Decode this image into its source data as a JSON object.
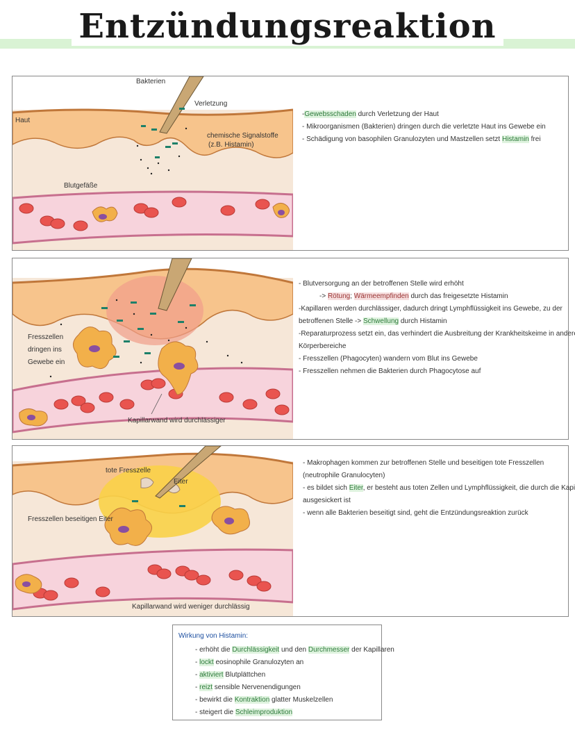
{
  "title": "Entzündungsreaktion",
  "panel1": {
    "labels": {
      "bakterien": "Bakterien",
      "verletzung": "Verletzung",
      "haut": "Haut",
      "signalstoffe_1": "chemische Signalstoffe",
      "signalstoffe_2": "(z.B. Histamin)",
      "blutgefaesse": "Blutgefäße"
    },
    "notes": [
      {
        "highlight": "Gewebsschaden",
        "text": " durch Verletzung der Haut",
        "prefix": "-"
      },
      {
        "prefix": "- ",
        "text": "Mikroorganismen (Bakterien) dringen durch die verletzte Haut ins Gewebe ein"
      },
      {
        "prefix": "- ",
        "text": "Schädigung von basophilen Granulozyten und Mastzellen setzt ",
        "highlight": "Histamin",
        "suffix": " frei"
      }
    ]
  },
  "panel2": {
    "labels": {
      "fresszellen_1": "Fresszellen",
      "fresszellen_2": "dringen ins",
      "fresszellen_3": "Gewebe ein",
      "kapillarwand": "Kapillarwand wird durchlässiger"
    },
    "notes": {
      "l1": "- Blutversorgung an der betroffenen Stelle wird erhöht",
      "l2_prefix": "-> ",
      "l2_hl1": "Rötung",
      "l2_sep": "; ",
      "l2_hl2": "Wärmeempfinden",
      "l2_rest": " durch das freigesetzte Histamin",
      "l3": "-Kapillaren werden durchlässiger, dadurch dringt Lymphflüssigkeit ins Gewebe, zu der",
      "l4_prefix": "betroffenen Stelle -> ",
      "l4_hl": "Schwellung",
      "l4_rest": " durch Histamin",
      "l5": "-Reparaturprozess setzt ein, das verhindert die Ausbreitung der Krankheitskeime in andere",
      "l6": "Körperbereiche",
      "l7": "- Fresszellen (Phagocyten) wandern vom Blut ins Gewebe",
      "l8": "- Fresszellen nehmen die Bakterien durch Phagocytose auf"
    }
  },
  "panel3": {
    "labels": {
      "tote_fresszelle": "tote Fresszelle",
      "eiter": "Eiter",
      "fresszellen_eiter": "Fresszellen beseitigen Eiter",
      "kapillarwand": "Kapillarwand wird weniger durchlässig"
    },
    "notes": {
      "l1": "- Makrophagen kommen zur betroffenen Stelle und beseitigen tote Fresszellen",
      "l2": "(neutrophile Granulocyten)",
      "l3_prefix": "- es bildet sich ",
      "l3_hl": "Eiter",
      "l3_rest": ", er besteht aus toten Zellen und Lymphflüssigkeit, die durch die Kapillare",
      "l4": "ausgesickert ist",
      "l5": "- wenn alle Bakterien beseitigt sind, geht die Entzündungsreaktion zurück"
    }
  },
  "histamin": {
    "heading": "Wirkung von Histamin:",
    "items": [
      {
        "pre": "- erhöht die ",
        "hl": "Durchlässigkeit",
        "mid": " und den ",
        "hl2": "Durchmesser",
        "post": " der Kapillaren"
      },
      {
        "pre": "- ",
        "hl": "lockt",
        "mid": " eosinophile Granulozyten an",
        "hl2": "",
        "post": ""
      },
      {
        "pre": "- ",
        "hl": "aktiviert",
        "mid": " Blutplättchen",
        "hl2": "",
        "post": ""
      },
      {
        "pre": "- ",
        "hl": "reizt",
        "mid": " sensible Nervenendigungen",
        "hl2": "",
        "post": ""
      },
      {
        "pre": "- bewirkt die ",
        "hl": "Kontraktion",
        "mid": " glatter Muskelzellen",
        "hl2": "",
        "post": ""
      },
      {
        "pre": "- steigert die ",
        "hl": "Schleimproduktion",
        "mid": "",
        "hl2": "",
        "post": ""
      }
    ]
  },
  "colors": {
    "skin": "#f7c48c",
    "skin_line": "#c0773a",
    "tissue": "#f6e7d8",
    "vessel": "#f7d3dc",
    "vessel_line": "#c76f8e",
    "cell": "#e9544f",
    "bacteria": "#1d8069",
    "phagocyte": "#f2b04a",
    "pus": "#f9d248",
    "highlight_green": "#dff3df",
    "highlight_red": "#f6dede",
    "heading_blue": "#1d4fa0"
  }
}
